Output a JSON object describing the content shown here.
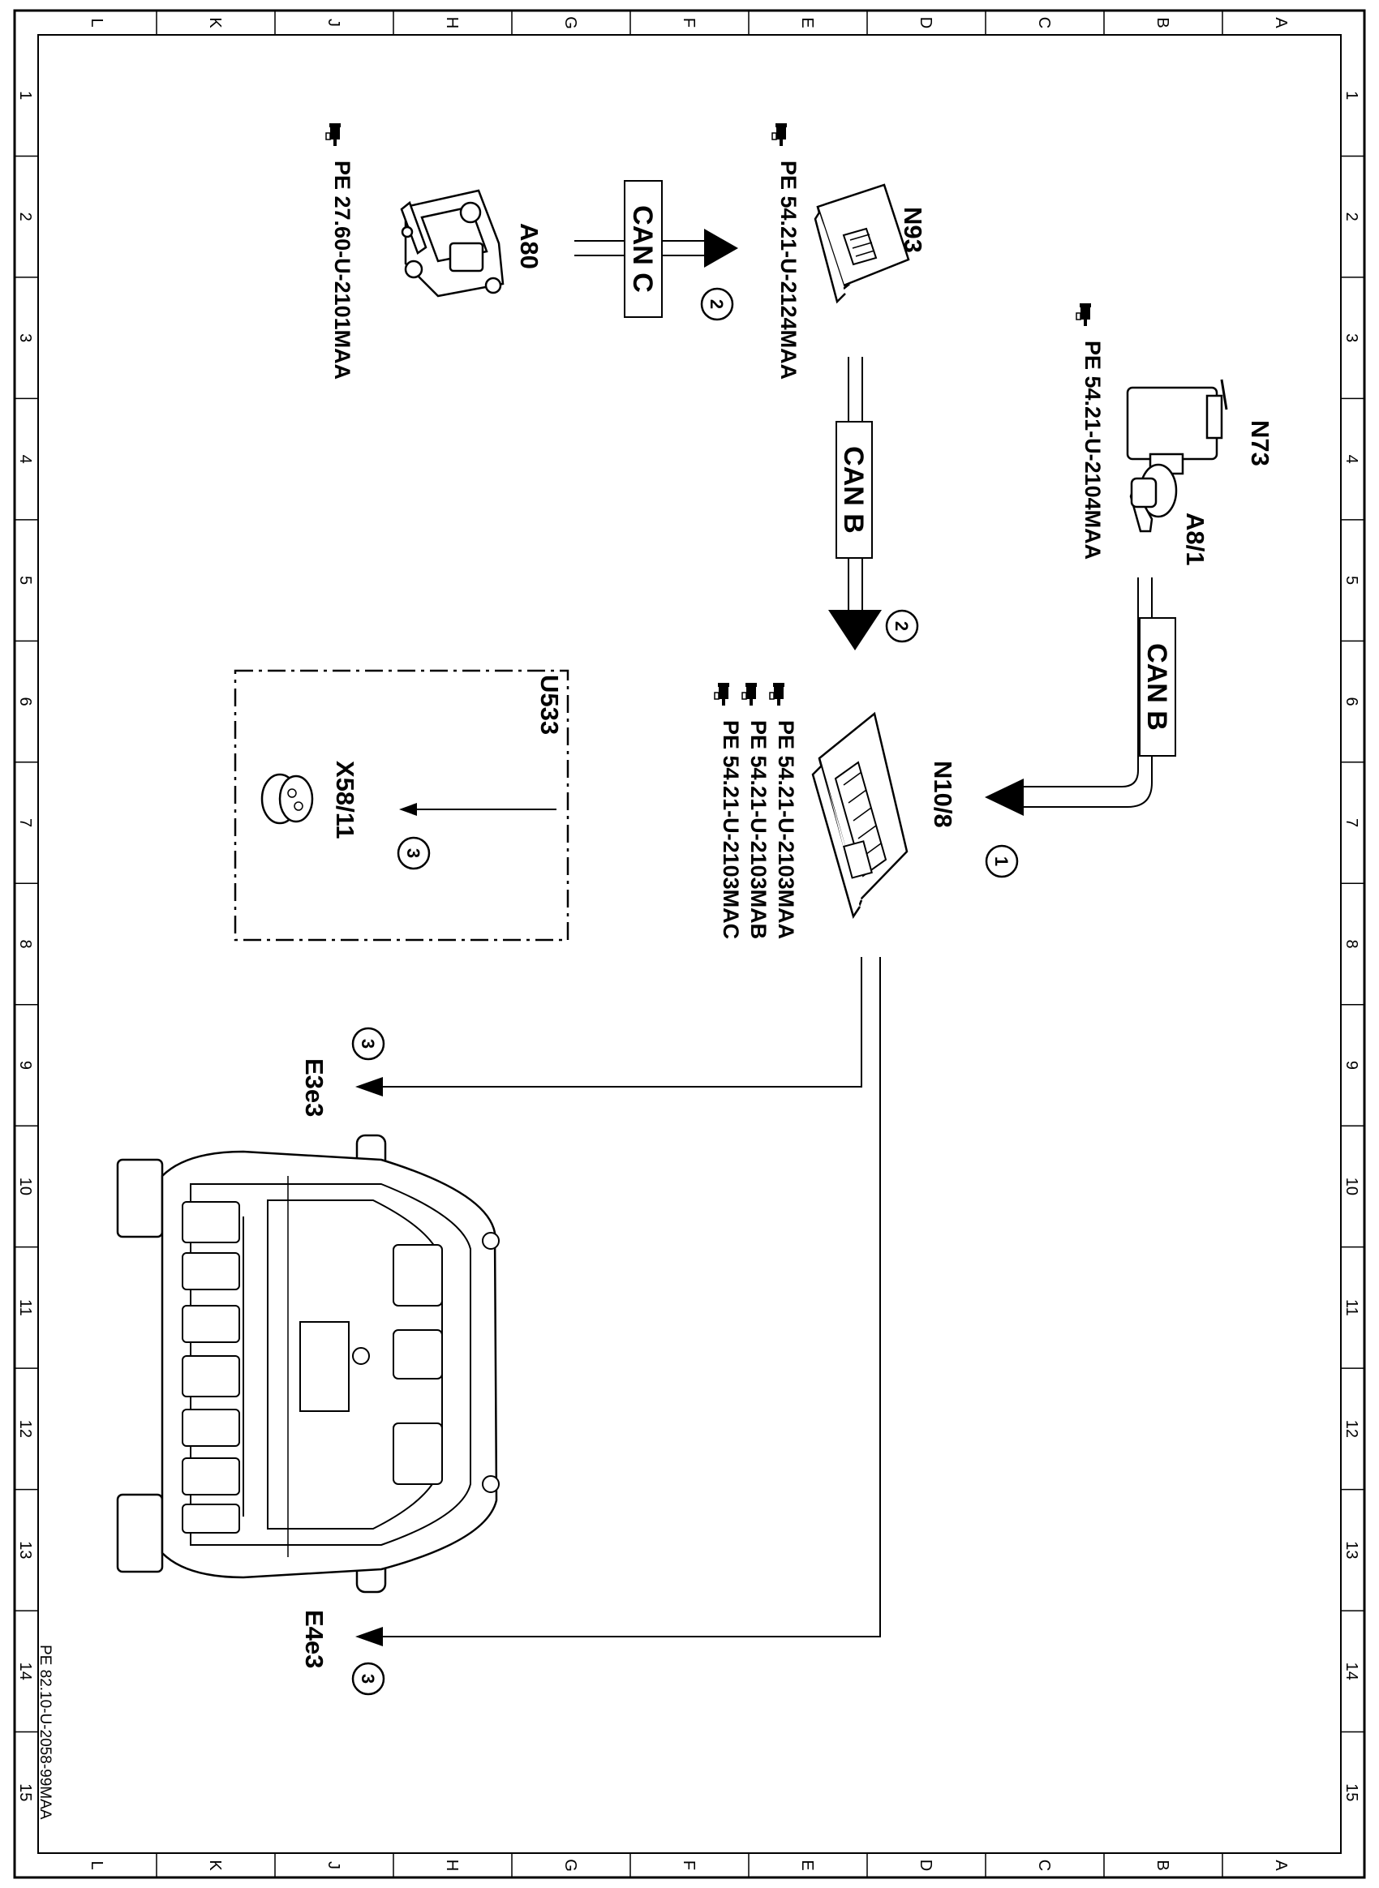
{
  "frame": {
    "col_letters": [
      "L",
      "K",
      "J",
      "H",
      "G",
      "F",
      "E",
      "D",
      "C",
      "B",
      "A"
    ],
    "row_numbers": [
      "1",
      "2",
      "3",
      "4",
      "5",
      "6",
      "7",
      "8",
      "9",
      "10",
      "11",
      "12",
      "13",
      "14",
      "15"
    ],
    "doc_number": "PE 82.10-U-2058-99MAA"
  },
  "components": {
    "N73": {
      "label": "N73",
      "ref": "PE  54.21-U-2104MAA"
    },
    "A8_1": {
      "label": "A8/1"
    },
    "N93": {
      "label": "N93",
      "ref": "PE  54.21-U-2124MAA"
    },
    "A80": {
      "label": "A80",
      "ref": "PE  27.60-U-2101MAA"
    },
    "N10_8": {
      "label": "N10/8",
      "refs": [
        "PE  54.21-U-2103MAA",
        "PE  54.21-U-2103MAB",
        "PE  54.21-U-2103MAC"
      ]
    },
    "U533": {
      "label": "U533"
    },
    "X58_11": {
      "label": "X58/11"
    },
    "E3e3": {
      "label": "E3e3"
    },
    "E4e3": {
      "label": "E4e3"
    }
  },
  "buses": {
    "can_c": "CAN C",
    "can_b_1": "CAN B",
    "can_b_2": "CAN B"
  },
  "markers": {
    "m1": "1",
    "m2a": "2",
    "m2b": "2",
    "m3a": "3",
    "m3b": "3",
    "m3c": "3"
  },
  "icons": {
    "reference": "pointing-hand-icon",
    "module": "control-unit-icon",
    "switch": "ignition-switch-icon",
    "connector": "round-connector-icon",
    "vehicle": "vehicle-rear-icon"
  }
}
